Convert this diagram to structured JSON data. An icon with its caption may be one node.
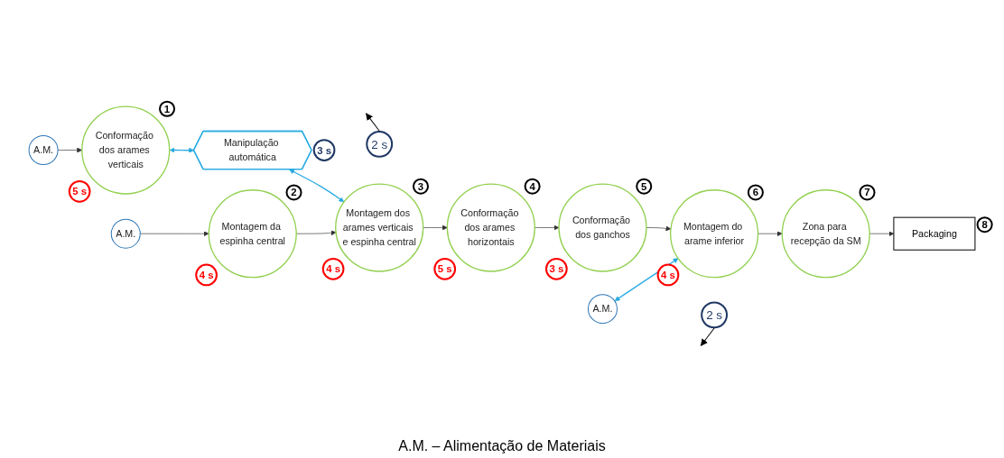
{
  "diagram": {
    "nodes": [
      {
        "text": [
          "Conformação dos arames verticais"
        ],
        "beside": [
          "1",
          "5 s"
        ]
      },
      {
        "text": [
          "A.M."
        ]
      },
      {
        "text": [
          "A.M."
        ]
      },
      {
        "text": [
          "Packaging"
        ],
        "beside": [
          "8"
        ]
      },
      {
        "text": [
          "2 s"
        ]
      },
      {
        "text": [
          "Manipulação automática"
        ],
        "beside": [
          "3 s"
        ]
      },
      {
        "text": [
          "Montagem da espinha central"
        ],
        "beside": [
          "2",
          "4 s"
        ]
      },
      {
        "text": [
          "Montagem dos arames verticais e espinha central"
        ],
        "beside": [
          "3",
          "4 s"
        ]
      },
      {
        "text": [
          "Conformação dos arames horizontais"
        ],
        "beside": [
          "4",
          "5 s"
        ]
      },
      {
        "text": [
          "Conformação dos ganchos"
        ],
        "beside": [
          "5",
          "3 s"
        ]
      },
      {
        "text": [
          "Montagem do arame inferior"
        ],
        "beside": [
          "6",
          "4 s"
        ]
      },
      {
        "text": [
          "Zona para recepção da SM"
        ],
        "beside": [
          "7"
        ]
      },
      {
        "text": [
          "2 s"
        ]
      },
      {
        "text": [
          "A.M."
        ]
      }
    ],
    "edges": [
      {
        "from": 1,
        "to": 0,
        "arrow": "to"
      },
      {
        "from": 2,
        "to": 6,
        "arrow": "to"
      },
      {
        "from": 0,
        "to": 5,
        "arrow": "both",
        "color": "#29abe2"
      },
      {
        "from": 5,
        "to": 7,
        "arrow": "both",
        "color": "#29abe2"
      },
      {
        "from": 6,
        "to": 7,
        "arrow": "to"
      },
      {
        "from": 7,
        "to": 8,
        "arrow": "to"
      },
      {
        "from": 8,
        "to": 9,
        "arrow": "to"
      },
      {
        "from": 9,
        "to": 10,
        "arrow": "to"
      },
      {
        "from": 10,
        "to": 11,
        "arrow": "to"
      },
      {
        "from": 11,
        "to": 3,
        "arrow": "to"
      },
      {
        "from": 13,
        "to": 10,
        "arrow": "both",
        "color": "#29abe2"
      },
      {
        "from": 4,
        "to": null,
        "arrow": "to"
      },
      {
        "from": 12,
        "to": null,
        "arrow": "to"
      }
    ],
    "labels": [
      "A.M. – Alimentação de Materiais"
    ]
  }
}
